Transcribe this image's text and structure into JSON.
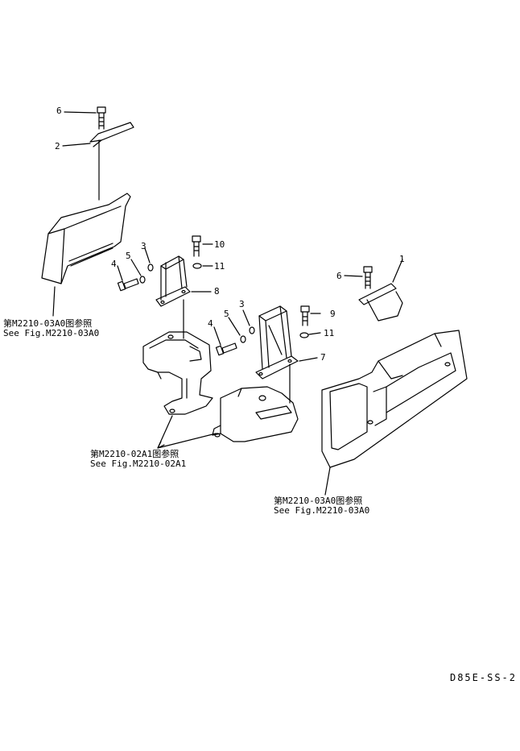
{
  "callouts": {
    "n1": "1",
    "n2": "2",
    "n3a": "3",
    "n3b": "3",
    "n4a": "4",
    "n4b": "4",
    "n5a": "5",
    "n5b": "5",
    "n6a": "6",
    "n6b": "6",
    "n7": "7",
    "n8": "8",
    "n9": "9",
    "n10": "10",
    "n11a": "11",
    "n11b": "11"
  },
  "references": {
    "left": {
      "jp": "第M2210-03A0图参照",
      "en": "See Fig.M2210-03A0"
    },
    "middle": {
      "jp": "第M2210-02A1图参照",
      "en": "See Fig.M2210-02A1"
    },
    "right": {
      "jp": "第M2210-03A0图参照",
      "en": "See Fig.M2210-03A0"
    }
  },
  "drawing_code": "D85E-SS-2"
}
